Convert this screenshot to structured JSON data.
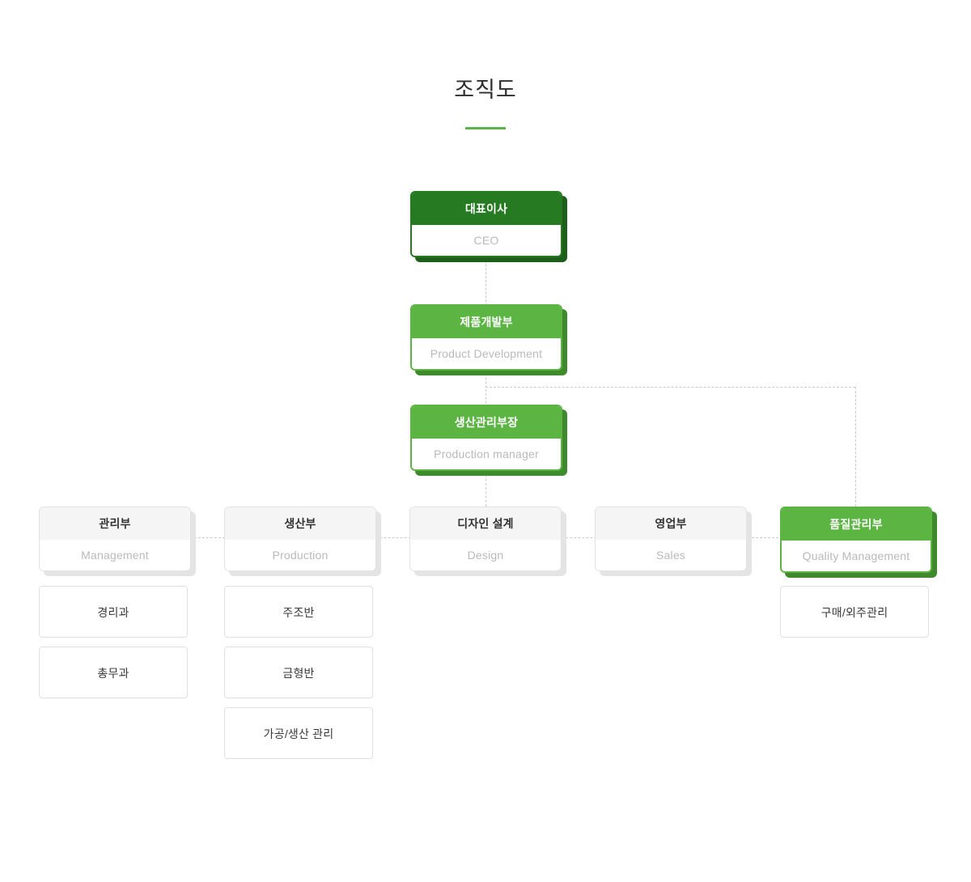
{
  "page": {
    "title": "조직도",
    "accent_color": "#5cb54a"
  },
  "colors": {
    "ceo_green": "#257a22",
    "dept_green": "#5cb543",
    "dept_gray_header": "#f5f5f5",
    "en_label_gray": "#b9b9b9",
    "connector_gray": "#c9c9c9"
  },
  "chart_data": {
    "type": "org-chart",
    "nodes": [
      {
        "id": "ceo",
        "ko": "대표이사",
        "en": "CEO",
        "style": "dark-green"
      },
      {
        "id": "pdev",
        "ko": "제품개발부",
        "en": "Product Development",
        "style": "green"
      },
      {
        "id": "prodmgr",
        "ko": "생산관리부장",
        "en": "Production manager",
        "style": "green"
      },
      {
        "id": "mgmt",
        "ko": "관리부",
        "en": "Management",
        "style": "gray"
      },
      {
        "id": "prod",
        "ko": "생산부",
        "en": "Production",
        "style": "gray"
      },
      {
        "id": "design",
        "ko": "디자인 설계",
        "en": "Design",
        "style": "gray"
      },
      {
        "id": "sales",
        "ko": "영업부",
        "en": "Sales",
        "style": "gray"
      },
      {
        "id": "quality",
        "ko": "품질관리부",
        "en": "Quality Management",
        "style": "green"
      }
    ],
    "leaves": {
      "mgmt": [
        "경리과",
        "총무과"
      ],
      "prod": [
        "주조반",
        "금형반",
        "가공/생산 관리"
      ],
      "quality": [
        "구매/외주관리"
      ]
    },
    "edges": [
      {
        "from": "ceo",
        "to": "pdev"
      },
      {
        "from": "pdev",
        "to": "prodmgr"
      },
      {
        "from": "prodmgr",
        "to": "design"
      },
      {
        "from": "pdev",
        "to": "quality"
      },
      {
        "from": "design",
        "to": "mgmt"
      },
      {
        "from": "design",
        "to": "prod"
      },
      {
        "from": "design",
        "to": "sales"
      },
      {
        "from": "design",
        "to": "quality"
      }
    ]
  },
  "nodes": {
    "ceo": {
      "ko": "대표이사",
      "en": "CEO"
    },
    "pdev": {
      "ko": "제품개발부",
      "en": "Product Development"
    },
    "prodmgr": {
      "ko": "생산관리부장",
      "en": "Production manager"
    },
    "mgmt": {
      "ko": "관리부",
      "en": "Management"
    },
    "prod": {
      "ko": "생산부",
      "en": "Production"
    },
    "design": {
      "ko": "디자인 설계",
      "en": "Design"
    },
    "sales": {
      "ko": "영업부",
      "en": "Sales"
    },
    "quality": {
      "ko": "품질관리부",
      "en": "Quality Management"
    }
  },
  "leaves": {
    "mgmt_1": "경리과",
    "mgmt_2": "총무과",
    "prod_1": "주조반",
    "prod_2": "금형반",
    "prod_3": "가공/생산 관리",
    "quality_1": "구매/외주관리"
  }
}
